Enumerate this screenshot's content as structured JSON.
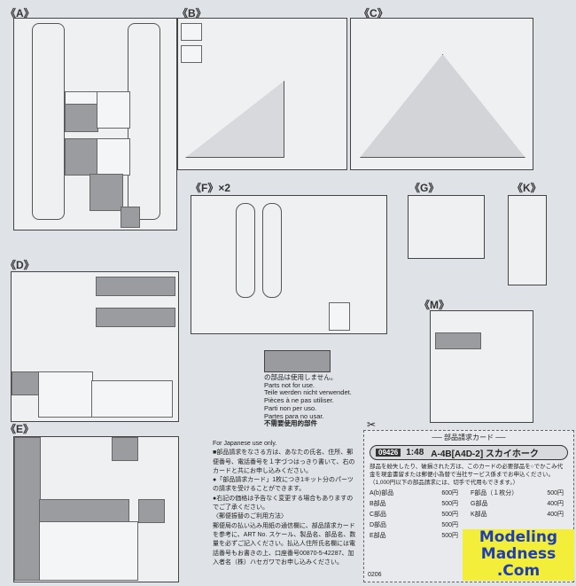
{
  "sprues": {
    "A": "《A》",
    "B": "《B》",
    "C": "《C》",
    "D": "《D》",
    "E": "《E》",
    "F": "《F》×2",
    "G": "《G》",
    "K": "《K》",
    "M": "《M》"
  },
  "not_for_use": {
    "lines": [
      "の部品は使用しません。",
      "Parts not for use.",
      "Teile werden nicht verwendet.",
      "Pièces à ne pas utiliser.",
      "Parti non per uso.",
      "Partes para no usar.",
      "不需要使用的部件"
    ]
  },
  "japanese_note": {
    "heading": "For Japanese use only.",
    "p1": "■部品請求をなさる方は、あなたの氏名、住所、郵便番号、電話番号を１字づつはっきり書いて、右のカードと共にお申し込みください。",
    "p2": "●「部品請求カード」1枚につき1キット分のパーツの請求を受けることができます。",
    "p3": "●右記の価格は予告なく変更する場合もありますのでご了承ください。",
    "p4": "〈郵便振替のご利用方法〉",
    "p5": "郵便局の払い込み用紙の通信欄に、部品請求カードを参考に、ART No. スケール、製品名、部品名、数量を必ずご記入ください。払込人住所氏名欄には電話番号もお書きの上、口座番号00870-5-42287、加入者名（株）ハセガワでお申し込みください。"
  },
  "card": {
    "title": "── 部品請求カード ──",
    "code": "09426",
    "scale": "1:48",
    "name": "A-4B[A4D-2] スカイホーク",
    "description": "部品を紛失したり、破損された方は、このカードの必要部品を○でかこみ代金を現金書留または郵便小為替で当社サービス係までお申込ください。（1,000円以下の部品請求には、切手で代用もできます。）",
    "prices": [
      {
        "part": "A(b)部品",
        "price": "600円"
      },
      {
        "part": "F部品（１枚分）",
        "price": "500円"
      },
      {
        "part": "B部品",
        "price": "500円"
      },
      {
        "part": "G部品",
        "price": "400円"
      },
      {
        "part": "C部品",
        "price": "500円"
      },
      {
        "part": "K部品",
        "price": "400円"
      },
      {
        "part": "D部品",
        "price": "500円"
      },
      {
        "part": "",
        "price": ""
      },
      {
        "part": "E部品",
        "price": "500円"
      },
      {
        "part": "",
        "price": ""
      }
    ],
    "number": "0206"
  },
  "watermark": [
    "Modeling",
    "Madness",
    ".Com"
  ]
}
